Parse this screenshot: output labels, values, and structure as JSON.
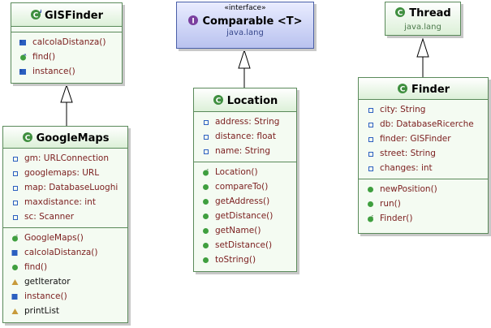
{
  "diagram_title": "",
  "classes": {
    "gisfinder": {
      "name": "GISFinder",
      "methods": [
        "calcolaDistanza()",
        "find()",
        "instance()"
      ]
    },
    "comparable": {
      "stereotype": "«interface»",
      "name": "Comparable  <T>",
      "package": "java.lang"
    },
    "thread": {
      "name": "Thread",
      "package": "java.lang"
    },
    "googlemaps": {
      "name": "GoogleMaps",
      "fields": [
        "gm: URLConnection",
        "googlemaps: URL",
        "map: DatabaseLuoghi",
        "maxdistance: int",
        "sc: Scanner"
      ],
      "methods": [
        "GoogleMaps()",
        "calcolaDistanza()",
        "find()",
        "getIterator",
        "instance()",
        "printList"
      ]
    },
    "location": {
      "name": "Location",
      "fields": [
        "address: String",
        "distance: float",
        "name: String"
      ],
      "methods": [
        "Location()",
        "compareTo()",
        "getAddress()",
        "getDistance()",
        "getName()",
        "setDistance()",
        "toString()"
      ]
    },
    "finder": {
      "name": "Finder",
      "fields": [
        "city: String",
        "db: DatabaseRicerche",
        "finder: GISFinder",
        "street: String",
        "changes: int"
      ],
      "methods": [
        "newPosition()",
        "run()",
        "Finder()"
      ]
    }
  },
  "relationships": [
    {
      "from": "GoogleMaps",
      "to": "GISFinder",
      "kind": "generalization"
    },
    {
      "from": "Location",
      "to": "Comparable  <T>",
      "kind": "realization"
    },
    {
      "from": "Finder",
      "to": "Thread",
      "kind": "generalization"
    }
  ]
}
